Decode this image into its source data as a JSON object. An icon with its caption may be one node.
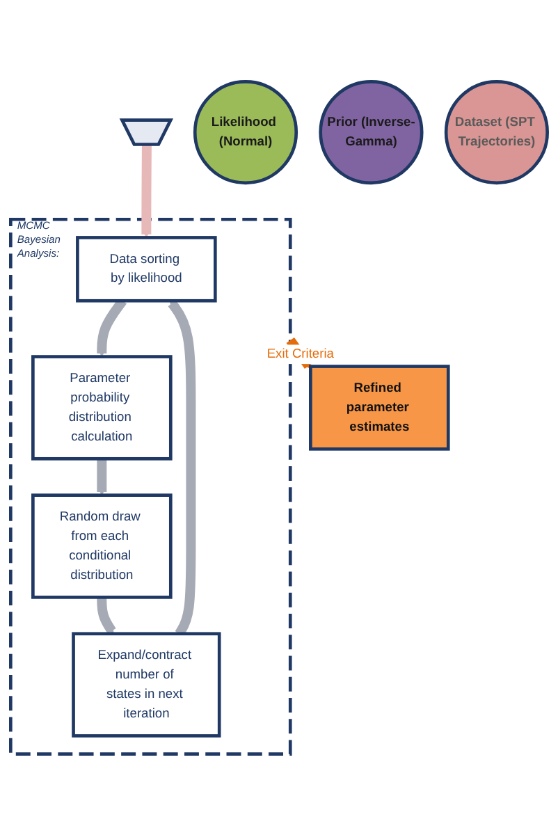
{
  "diagram": {
    "nodes": [
      {
        "text": [],
        "shape": "funnel"
      },
      {
        "text": [
          "Likelihood (Normal)"
        ]
      },
      {
        "text": [
          "Prior (Inverse-Gamma)"
        ]
      },
      {
        "text": [
          "Dataset (SPT Trajectories)"
        ]
      },
      {
        "text": [
          "MCMC Bayesian Analysis:"
        ]
      },
      {
        "text": [
          "Data sorting by likelihood"
        ],
        "in": 4
      },
      {
        "text": [
          "Parameter probability distribution calculation"
        ],
        "in": 4
      },
      {
        "text": [
          "Random draw from each conditional distribution"
        ],
        "in": 4
      },
      {
        "text": [
          "Expand/contract number of states in next iteration"
        ],
        "in": 4
      },
      {
        "text": [
          "Refined parameter estimates"
        ]
      }
    ],
    "edges": [
      {
        "from": 0,
        "to": 5,
        "arrow": "to",
        "color": "#e6b9b8"
      },
      {
        "from": 5,
        "to": 6,
        "arrow": "to"
      },
      {
        "from": 6,
        "to": 7,
        "arrow": "to"
      },
      {
        "from": 7,
        "to": 8,
        "arrow": "to"
      },
      {
        "from": 8,
        "to": 5,
        "arrow": "to"
      },
      {
        "from": 4,
        "to": 9,
        "arrow": "to",
        "label": "Exit Criteria",
        "color": "#e46c0a"
      }
    ]
  }
}
